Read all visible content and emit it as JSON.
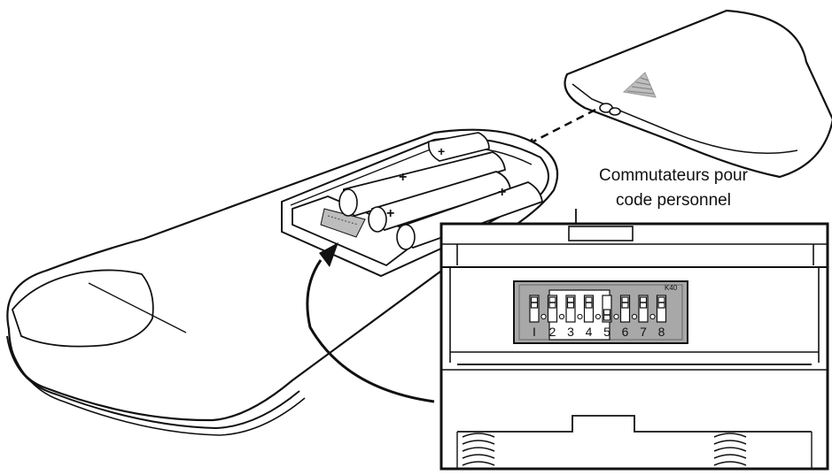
{
  "callout": {
    "line1": "Commutateurs pour",
    "line2": "code personnel"
  },
  "switch_block": {
    "model_label": "K40",
    "switches": [
      {
        "label": "I",
        "position": "up"
      },
      {
        "label": "2",
        "position": "up"
      },
      {
        "label": "3",
        "position": "up"
      },
      {
        "label": "4",
        "position": "up"
      },
      {
        "label": "5",
        "position": "down"
      },
      {
        "label": "6",
        "position": "up"
      },
      {
        "label": "7",
        "position": "up"
      },
      {
        "label": "8",
        "position": "up"
      }
    ],
    "highlighted_switch_labels": [
      "2",
      "3",
      "4"
    ]
  },
  "colors": {
    "line": "#111111",
    "switch_block": "#a8a8a8",
    "highlight": "#ffffff"
  }
}
